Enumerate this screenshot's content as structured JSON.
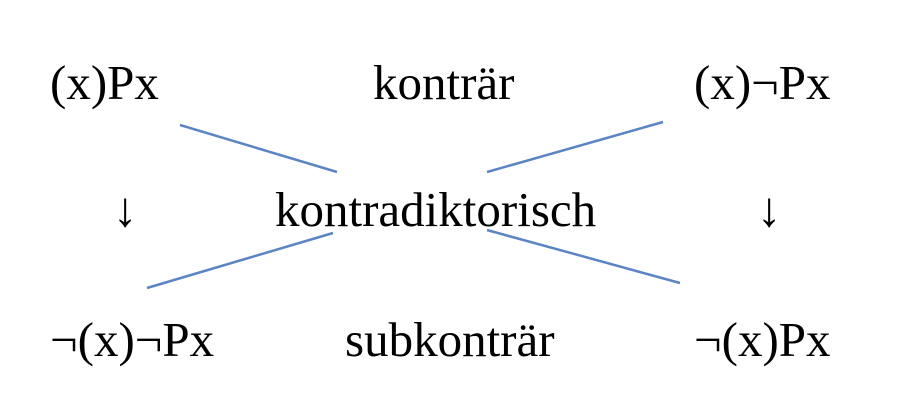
{
  "colors": {
    "line": "#5b84c4",
    "text": "#000000"
  },
  "top_left": "(x)Px",
  "top_middle": "konträr",
  "top_right": "(x)¬Px",
  "middle_left_arrow": "↓",
  "middle_center": "kontradiktorisch",
  "middle_right_arrow": "↓",
  "bottom_left": "¬(x)¬Px",
  "bottom_middle": "subkonträr",
  "bottom_right": "¬(x)Px"
}
